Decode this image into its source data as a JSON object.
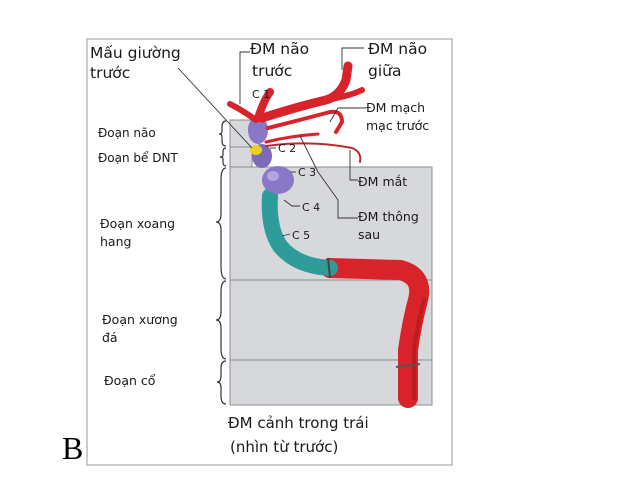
{
  "panel_letter": "B",
  "labels": {
    "anterior_clinoid": [
      "Mấu giường",
      "trước"
    ],
    "aca": [
      "ĐM não",
      "trước"
    ],
    "mca": [
      "ĐM não",
      "giữa"
    ],
    "choroidal": [
      "ĐM mạch",
      "mạc trước"
    ],
    "ophthalmic": "ĐM mắt",
    "pcom": [
      "ĐM thông",
      "sau"
    ],
    "c1": "C 1",
    "c2": "C 2",
    "c3": "C 3",
    "c4": "C 4",
    "c5": "C 5",
    "seg_brain": "Đoạn não",
    "seg_csf": "Đoạn bể DNT",
    "seg_cavernous": [
      "Đoạn xoang",
      "hang"
    ],
    "seg_petrous": [
      "Đoạn xương",
      "đá"
    ],
    "seg_neck": "Đoạn cổ",
    "caption": [
      "ĐM cảnh trong trái",
      "(nhìn từ trước)"
    ]
  },
  "colors": {
    "artery_red": "#d9232a",
    "artery_dark": "#a8161c",
    "cavernous_teal": "#2e9d9a",
    "siphon_purple": "#8a78c6",
    "clinoid_yellow": "#e8d21a",
    "bone_gray": "#d6d8dc",
    "frame_gray": "#8c8c8c"
  }
}
